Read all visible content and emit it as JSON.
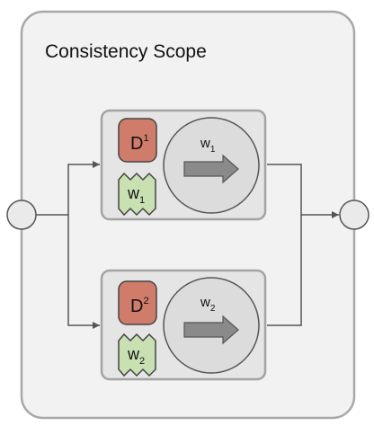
{
  "scope": {
    "title": "Consistency Scope"
  },
  "workers": [
    {
      "data_base": "D",
      "data_sup": "1",
      "weight_base": "w",
      "weight_sub": "1",
      "circle_base": "w",
      "circle_sub": "1"
    },
    {
      "data_base": "D",
      "data_sup": "2",
      "weight_base": "w",
      "weight_sub": "2",
      "circle_base": "w",
      "circle_sub": "2"
    }
  ],
  "colors": {
    "scope_fill": "#f2f2f2",
    "scope_stroke": "#a8a8a8",
    "worker_fill": "#e5e5e5",
    "worker_stroke": "#a3a3a3",
    "data_fill": "#d07c6a",
    "data_stroke": "#444444",
    "weight_fill": "#c9e0b3",
    "weight_stroke": "#444444",
    "circle_fill": "#dcdcdc",
    "circle_stroke": "#555555",
    "arrow_fill": "#8a8a8a",
    "line": "#555555",
    "node_fill": "#eaeaea"
  }
}
